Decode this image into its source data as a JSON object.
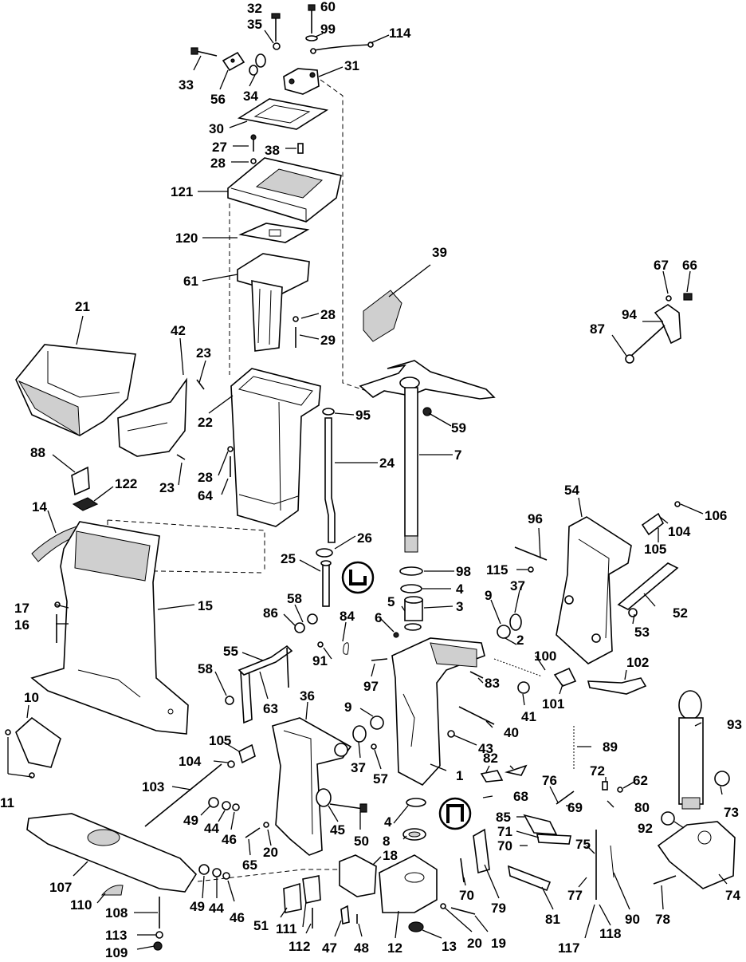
{
  "callouts": [
    {
      "id": "32",
      "text": "32"
    },
    {
      "id": "60",
      "text": "60"
    },
    {
      "id": "35",
      "text": "35"
    },
    {
      "id": "99",
      "text": "99"
    },
    {
      "id": "114",
      "text": "114"
    },
    {
      "id": "33",
      "text": "33"
    },
    {
      "id": "56",
      "text": "56"
    },
    {
      "id": "34",
      "text": "34"
    },
    {
      "id": "31",
      "text": "31"
    },
    {
      "id": "30",
      "text": "30"
    },
    {
      "id": "27",
      "text": "27"
    },
    {
      "id": "38",
      "text": "38"
    },
    {
      "id": "28a",
      "text": "28"
    },
    {
      "id": "121",
      "text": "121"
    },
    {
      "id": "120",
      "text": "120"
    },
    {
      "id": "61",
      "text": "61"
    },
    {
      "id": "39",
      "text": "39"
    },
    {
      "id": "67",
      "text": "67"
    },
    {
      "id": "66",
      "text": "66"
    },
    {
      "id": "21",
      "text": "21"
    },
    {
      "id": "42",
      "text": "42"
    },
    {
      "id": "28b",
      "text": "28"
    },
    {
      "id": "29",
      "text": "29"
    },
    {
      "id": "94",
      "text": "94"
    },
    {
      "id": "87",
      "text": "87"
    },
    {
      "id": "23a",
      "text": "23"
    },
    {
      "id": "22",
      "text": "22"
    },
    {
      "id": "95",
      "text": "95"
    },
    {
      "id": "59",
      "text": "59"
    },
    {
      "id": "7",
      "text": "7"
    },
    {
      "id": "24",
      "text": "24"
    },
    {
      "id": "88",
      "text": "88"
    },
    {
      "id": "28c",
      "text": "28"
    },
    {
      "id": "23b",
      "text": "23"
    },
    {
      "id": "64",
      "text": "64"
    },
    {
      "id": "122",
      "text": "122"
    },
    {
      "id": "14",
      "text": "14"
    },
    {
      "id": "54",
      "text": "54"
    },
    {
      "id": "106",
      "text": "106"
    },
    {
      "id": "104a",
      "text": "104"
    },
    {
      "id": "96",
      "text": "96"
    },
    {
      "id": "26",
      "text": "26"
    },
    {
      "id": "105a",
      "text": "105"
    },
    {
      "id": "25",
      "text": "25"
    },
    {
      "id": "98",
      "text": "98"
    },
    {
      "id": "115",
      "text": "115"
    },
    {
      "id": "4a",
      "text": "4"
    },
    {
      "id": "9a",
      "text": "9"
    },
    {
      "id": "37a",
      "text": "37"
    },
    {
      "id": "58a",
      "text": "58"
    },
    {
      "id": "5",
      "text": "5"
    },
    {
      "id": "3",
      "text": "3"
    },
    {
      "id": "17",
      "text": "17"
    },
    {
      "id": "15",
      "text": "15"
    },
    {
      "id": "52",
      "text": "52"
    },
    {
      "id": "16",
      "text": "16"
    },
    {
      "id": "86",
      "text": "86"
    },
    {
      "id": "84",
      "text": "84"
    },
    {
      "id": "6",
      "text": "6"
    },
    {
      "id": "53",
      "text": "53"
    },
    {
      "id": "2",
      "text": "2"
    },
    {
      "id": "55",
      "text": "55"
    },
    {
      "id": "91",
      "text": "91"
    },
    {
      "id": "100",
      "text": "100"
    },
    {
      "id": "102",
      "text": "102"
    },
    {
      "id": "58b",
      "text": "58"
    },
    {
      "id": "97",
      "text": "97"
    },
    {
      "id": "83",
      "text": "83"
    },
    {
      "id": "36",
      "text": "36"
    },
    {
      "id": "101",
      "text": "101"
    },
    {
      "id": "63",
      "text": "63"
    },
    {
      "id": "10",
      "text": "10"
    },
    {
      "id": "9b",
      "text": "9"
    },
    {
      "id": "41",
      "text": "41"
    },
    {
      "id": "93",
      "text": "93"
    },
    {
      "id": "40",
      "text": "40"
    },
    {
      "id": "105b",
      "text": "105"
    },
    {
      "id": "43",
      "text": "43"
    },
    {
      "id": "89",
      "text": "89"
    },
    {
      "id": "104b",
      "text": "104"
    },
    {
      "id": "37b",
      "text": "37"
    },
    {
      "id": "57",
      "text": "57"
    },
    {
      "id": "82",
      "text": "82"
    },
    {
      "id": "1",
      "text": "1"
    },
    {
      "id": "72",
      "text": "72"
    },
    {
      "id": "62",
      "text": "62"
    },
    {
      "id": "11",
      "text": "11"
    },
    {
      "id": "103",
      "text": "103"
    },
    {
      "id": "76",
      "text": "76"
    },
    {
      "id": "73",
      "text": "73"
    },
    {
      "id": "68",
      "text": "68"
    },
    {
      "id": "69",
      "text": "69"
    },
    {
      "id": "80",
      "text": "80"
    },
    {
      "id": "49a",
      "text": "49"
    },
    {
      "id": "44a",
      "text": "44"
    },
    {
      "id": "46a",
      "text": "46"
    },
    {
      "id": "45",
      "text": "45"
    },
    {
      "id": "50",
      "text": "50"
    },
    {
      "id": "4b",
      "text": "4"
    },
    {
      "id": "85",
      "text": "85"
    },
    {
      "id": "92",
      "text": "92"
    },
    {
      "id": "71",
      "text": "71"
    },
    {
      "id": "65",
      "text": "65"
    },
    {
      "id": "20a",
      "text": "20"
    },
    {
      "id": "8",
      "text": "8"
    },
    {
      "id": "70a",
      "text": "70"
    },
    {
      "id": "75",
      "text": "75"
    },
    {
      "id": "107",
      "text": "107"
    },
    {
      "id": "18",
      "text": "18"
    },
    {
      "id": "77",
      "text": "77"
    },
    {
      "id": "74",
      "text": "74"
    },
    {
      "id": "110",
      "text": "110"
    },
    {
      "id": "49b",
      "text": "49"
    },
    {
      "id": "44b",
      "text": "44"
    },
    {
      "id": "46b",
      "text": "46"
    },
    {
      "id": "70b",
      "text": "70"
    },
    {
      "id": "79",
      "text": "79"
    },
    {
      "id": "81",
      "text": "81"
    },
    {
      "id": "90",
      "text": "90"
    },
    {
      "id": "78",
      "text": "78"
    },
    {
      "id": "108",
      "text": "108"
    },
    {
      "id": "51",
      "text": "51"
    },
    {
      "id": "111",
      "text": "111"
    },
    {
      "id": "113",
      "text": "113"
    },
    {
      "id": "112",
      "text": "112"
    },
    {
      "id": "47",
      "text": "47"
    },
    {
      "id": "48",
      "text": "48"
    },
    {
      "id": "12",
      "text": "12"
    },
    {
      "id": "13",
      "text": "13"
    },
    {
      "id": "20b",
      "text": "20"
    },
    {
      "id": "19",
      "text": "19"
    },
    {
      "id": "117",
      "text": "117"
    },
    {
      "id": "118",
      "text": "118"
    },
    {
      "id": "109",
      "text": "109"
    }
  ]
}
